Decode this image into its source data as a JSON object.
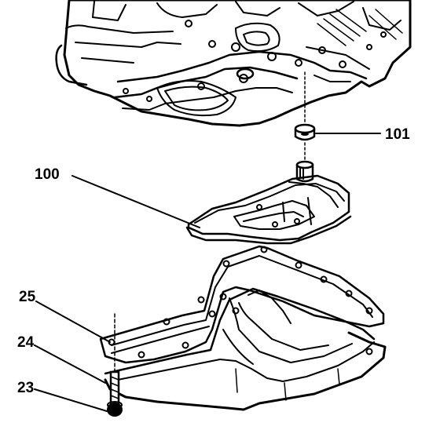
{
  "diagram": {
    "callouts": {
      "c101": "101",
      "c100": "100",
      "c25": "25",
      "c24": "24",
      "c23": "23"
    },
    "parts": {
      "transmission": "transmission-case-assembly",
      "filter_seal": "filter-seal",
      "filter": "oil-filter",
      "gasket": "pan-gasket",
      "pan": "oil-pan",
      "bolt": "pan-bolt"
    },
    "colors": {
      "ink": "#000000",
      "paper": "#ffffff"
    }
  }
}
